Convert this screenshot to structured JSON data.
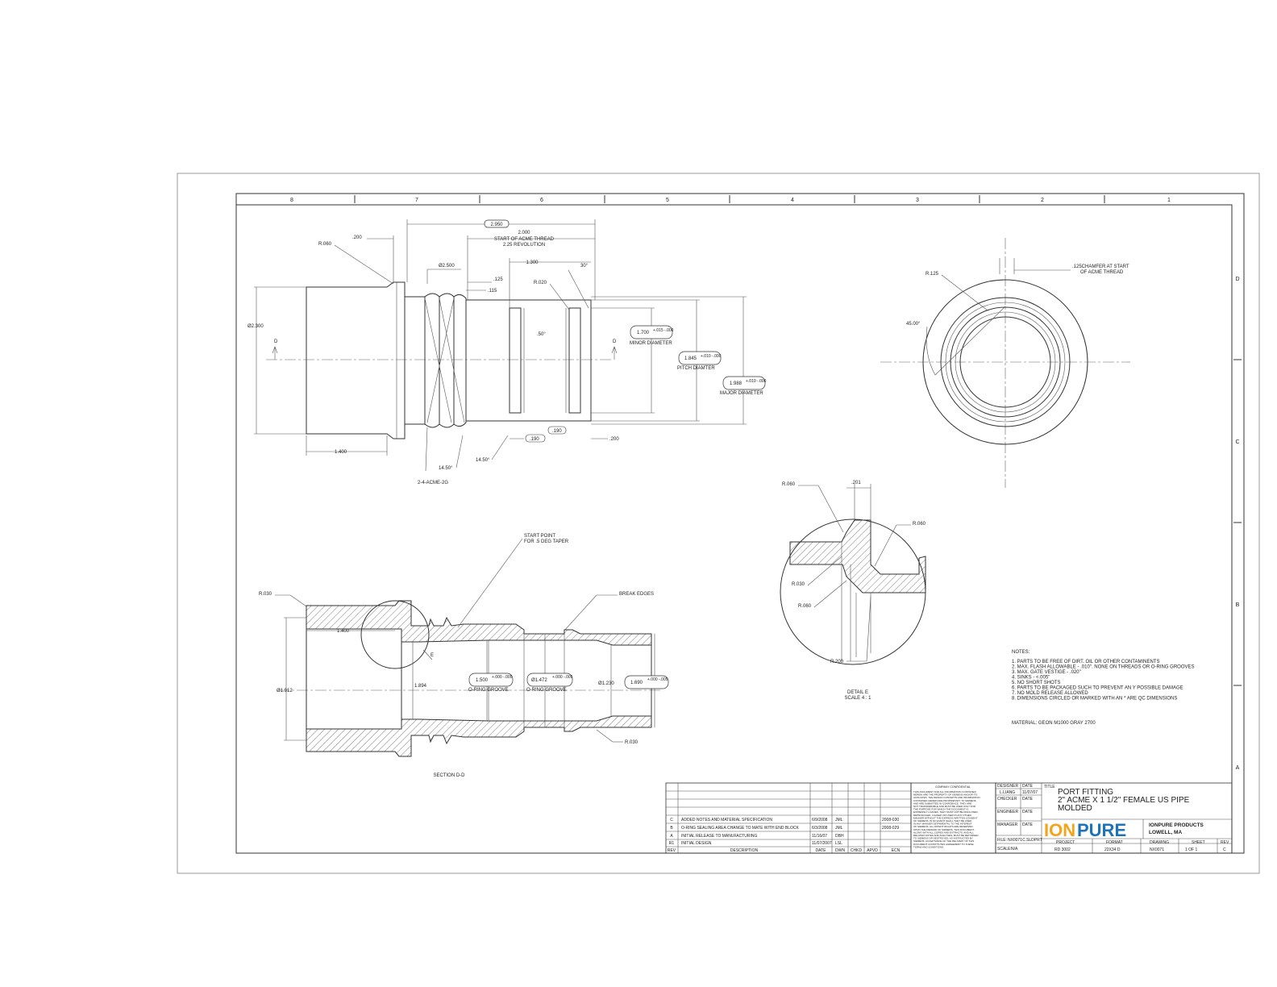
{
  "border": {
    "zones_top": [
      "8",
      "7",
      "6",
      "5",
      "4",
      "3",
      "2",
      "1"
    ],
    "zones_right": [
      "D",
      "C",
      "B",
      "A"
    ]
  },
  "side_view": {
    "dims": {
      "overall": "2.950",
      "acme_start": "2.000",
      "acme_start_label": "START OF ACME THREAD",
      "acme_rev": "2.25 REVOLUTION",
      "groove_dist": "1.300",
      "angle_30": "30°",
      "dia_2500": "Ø2.500",
      "d125": ".125",
      "d115": ".115",
      "r020": "R.020",
      "r060": "R.060",
      "d200_top": ".200",
      "dia_2300": "Ø2.300",
      "d50": ".50°",
      "d1400": "1.400",
      "angle_1450a": "14.50°",
      "angle_1450b": "14.50°",
      "thread_spec": "2-4-ACME-2G",
      "d190a": ".190",
      "d190b": ".190",
      "d200_bot": ".200",
      "section_d": "D",
      "minor_val": "1.700",
      "minor_tol": "+.015 -.000",
      "minor_lbl": "MINOR DIAMETER",
      "pitch_val": "1.845",
      "pitch_tol": "+.010 -.000",
      "pitch_lbl": "PITCH DIAMTER",
      "major_val": "1.988",
      "major_tol": "+.010 -.000",
      "major_lbl": "MAJOR DIAMETER"
    }
  },
  "end_view": {
    "r125": "R.125",
    "chamfer": ".125CHAMFER AT START",
    "chamfer2": "OF ACME THREAD",
    "angle": "45.00°"
  },
  "detail_e": {
    "r060a": "R.060",
    "d201": ".201",
    "r060b": "R.060",
    "r030": "R.030",
    "r060c": "R.060",
    "r200": "R.200",
    "title": "DETAIL E",
    "scale": "SCALE 4 : 1"
  },
  "section_dd": {
    "start_point": "START POINT",
    "start_point2": "FOR .5 DEG TAPER",
    "break_edges": "BREAK EDGES",
    "r030a": "R.030",
    "r030b": "R.030",
    "d1400": "1.400",
    "dia_1912": "Ø1.912",
    "d1894": "1.894",
    "e": "E",
    "og1_val": "1.500",
    "og1_tol": "+.000 -.005",
    "og1_lbl": "O-RING GROOVE",
    "og2_val": "Ø1.472",
    "og2_tol": "+.000 -.005",
    "og2_lbl": "O-RING GROOVE",
    "dia_1230": "Ø1.230",
    "od_val": "1.690",
    "od_tol": "+.000 -.005",
    "title": "SECTION D-D"
  },
  "notes": {
    "heading": "NOTES:",
    "items": [
      "1.   PARTS TO BE FREE OF DIRT, OIL OR OTHER CONTAMINENTS",
      "2.   MAX. FLASH ALLOWABLE - .010\". NONE ON THREADS OR O-RING GROOVES",
      "3.   MAX. GATE VESTIGE - .020\"",
      "4.   SINKS - <.005\"",
      "5.   NO SHORT SHOTS",
      "6.   PARTS TO BE PACKAGED SUCH TO PREVENT AN Y POSSIBLE DAMAGE",
      "7.   NO MOLD RELEASE ALLOWED",
      "8.   DIMENSIONS CIRCLED OR MARKED WITH AN * ARE QC DIMENSIONS"
    ],
    "material": "MATERIAL:  GEON M1000 GRAY 2700"
  },
  "revisions": {
    "rows": [
      {
        "rev": "C",
        "desc": "ADDED NOTES AND MATERIAL SPECIFICATION",
        "date": "6/9/2008",
        "dwn": "JML",
        "ecn": "2008-030"
      },
      {
        "rev": "B",
        "desc": "O-RING SEALING AREA CHANGE TO MATE WITH END BLOCK",
        "date": "6/3/2008",
        "dwn": "JML",
        "ecn": "2008-029"
      },
      {
        "rev": "A",
        "desc": "INITIAL RELEASE TO MANUFACTURING",
        "date": "11/16/07",
        "dwn": "DBH",
        "ecn": ""
      },
      {
        "rev": "R1",
        "desc": "INITIAL DESIGN",
        "date": "11/07/2007",
        "dwn": "LSL",
        "ecn": ""
      }
    ],
    "headers": {
      "rev": "REV",
      "desc": "DESCRIPTION",
      "date": "DATE",
      "dwn": "DWN",
      "chkd": "CHKD",
      "apvd": "APVD",
      "ecn": "ECN"
    }
  },
  "confidential": {
    "title": "COMPANY CONFIDENTIAL",
    "lines": [
      "THIS DOCUMENT AND ALL INFORMATION CONTAINED",
      "HEREIN ARE THE PROPERTY OF SIEMENS AND/OR ITS",
      "AFFILIATES. THE DESIGN CONCEPTS AND INFORMATION",
      "CONTAINED HEREIN ARE PROPRIETARY TO SIEMENS",
      "AND ARE SUBMITTED IN CONFIDENCE. THEY ARE",
      "NOT TRANSFERABLE AND MUST BE USED ONLY FOR",
      "THE PURPOSE FOR WHICH THE DOCUMENT IS",
      "EXPRESSLY LOANED. THEY MUST NOT BE DISCLOSED,",
      "REPRODUCED, LOANED OR USED IN ANY OTHER",
      "MANNER WITHOUT THE EXPRESS WRITTEN CONSENT",
      "OF SIEMENS. IN NO EVENT SHALL THEY BE USED",
      "IN ANY MANNER DETRIMENTAL TO THE INTEREST",
      "OF SIEMENS. ALL PATENT RIGHTS ARE RESERVED.",
      "UPON THE DEMAND OF SIEMENS, THIS DOCUMENT,",
      "ALONG WITH ALL COPIES AND EXTRACTS, AND ALL",
      "RELATED NOTES AND ANALYSES, MUST BE RETURNED",
      "TO SIEMENS OR DESTROYED, AS INSTRUCTED BY",
      "SIEMENS. ACCEPTANCE OF THE DELIVERY OF THIS",
      "DOCUMENT CONSTITUTES AGREEMENT TO THESE",
      "TERMS AND CONDITIONS."
    ]
  },
  "title_block": {
    "designer_lbl": "DESIGNER",
    "designer": "L.LIANG",
    "date_lbl": "DATE",
    "designer_date": "11/07/07",
    "checker_lbl": "CHECKER",
    "engineer_lbl": "ENGINEER",
    "manager_lbl": "MANAGER",
    "file_lbl": "FILE:",
    "file": "NX0071C.SLDPRT",
    "scale_lbl": "SCALE:",
    "scale": "N/A",
    "title_lbl": "TITLE",
    "title1": "PORT FITTING",
    "title2": "2\" ACME X 1 1/2\" FEMALE US PIPE",
    "title3": "MOLDED",
    "logo_ion": "ION",
    "logo_pure": "PURE",
    "company": "IONPURE PRODUCTS",
    "city": "LOWELL, MA",
    "project_lbl": "PROJECT",
    "project": "RD 3002",
    "format_lbl": "FORMAT",
    "format": "22X34 D",
    "drawing_lbl": "DRAWING",
    "drawing": "NX0071",
    "sheet_lbl": "SHEET",
    "sheet": "1    OF    1",
    "rev_lbl": "REV",
    "rev": "C"
  },
  "colors": {
    "logo_orange": "#f2a51a",
    "logo_blue": "#1f73b7",
    "line": "#333333"
  }
}
